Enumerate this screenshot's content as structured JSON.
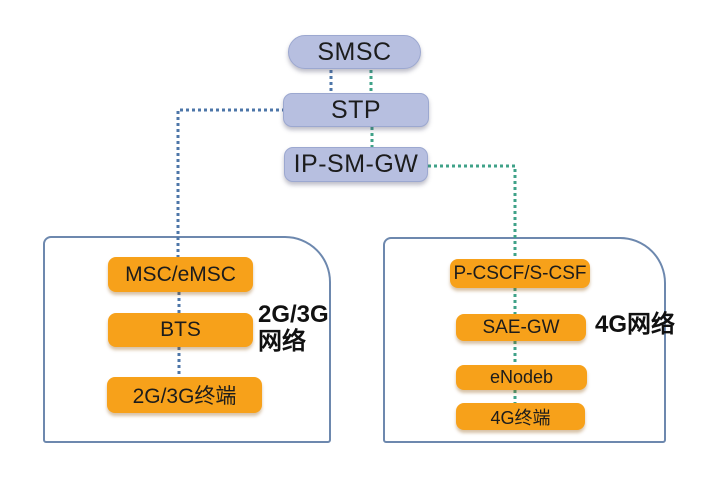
{
  "nodes": {
    "smsc": "SMSC",
    "stp": "STP",
    "ipsmgw": "IP-SM-GW"
  },
  "groups": {
    "g2g3g": {
      "label_line1": "2G/3G",
      "label_line2": "网络",
      "nodes": {
        "msc": "MSC/eMSC",
        "bts": "BTS",
        "terminal": "2G/3G终端"
      }
    },
    "g4g": {
      "label": "4G网络",
      "nodes": {
        "pcscf": "P-CSCF/S-CSF",
        "saegw": "SAE-GW",
        "enodeb": "eNodeb",
        "terminal": "4G终端"
      }
    }
  },
  "colors": {
    "core_node_fill": "#b7bfe0",
    "core_node_border": "#9ca8d0",
    "group_node_fill": "#f7a11a",
    "container_border": "#6d88ae",
    "connector_blue": "#4d76a8",
    "connector_green": "#3fa288",
    "text": "#1c1c1c"
  }
}
